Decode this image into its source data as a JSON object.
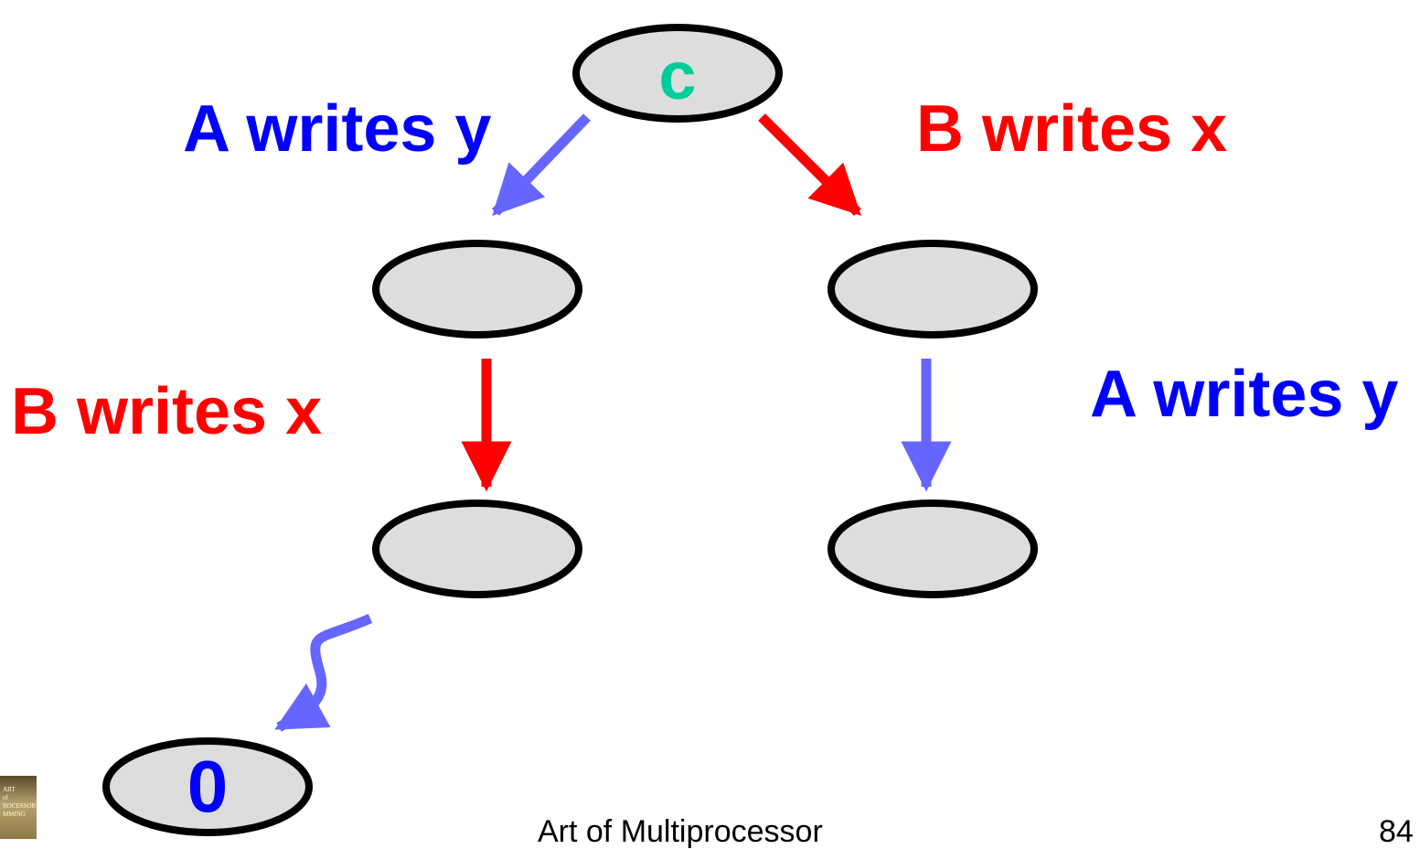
{
  "colors": {
    "blue_text": "#0000ff",
    "red": "#ff0000",
    "blue_arrow": "#6666ff",
    "green_text": "#00cc99",
    "node_fill": "#dddddd",
    "node_stroke": "#000000"
  },
  "nodes": {
    "root_label": "c",
    "final_label": "0"
  },
  "labels": {
    "top_left": "A writes y",
    "top_right": "B writes x",
    "mid_left": "B writes x",
    "mid_right": "A writes y"
  },
  "footer": {
    "title": "Art of Multiprocessor",
    "page_number": "84",
    "book_icon": "book-cover-icon",
    "book_lines": [
      "ART",
      "of",
      "ROCESSOR",
      "MMING"
    ]
  }
}
